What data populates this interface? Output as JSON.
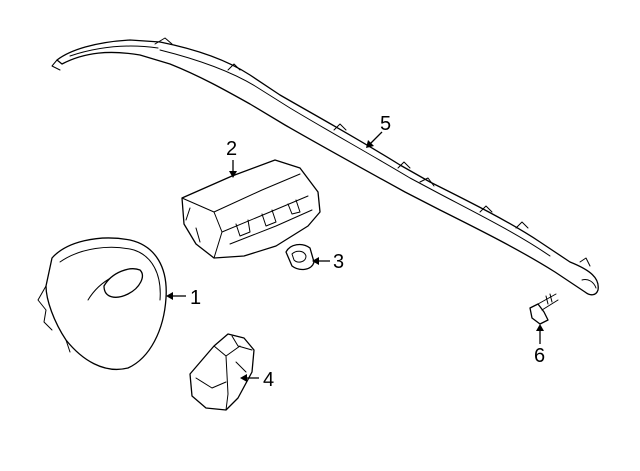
{
  "diagram": {
    "line_color": "#000000",
    "background": "#ffffff",
    "callouts": [
      {
        "id": "callout-1",
        "label": "1"
      },
      {
        "id": "callout-2",
        "label": "2"
      },
      {
        "id": "callout-3",
        "label": "3"
      },
      {
        "id": "callout-4",
        "label": "4"
      },
      {
        "id": "callout-5",
        "label": "5"
      },
      {
        "id": "callout-6",
        "label": "6"
      }
    ]
  }
}
